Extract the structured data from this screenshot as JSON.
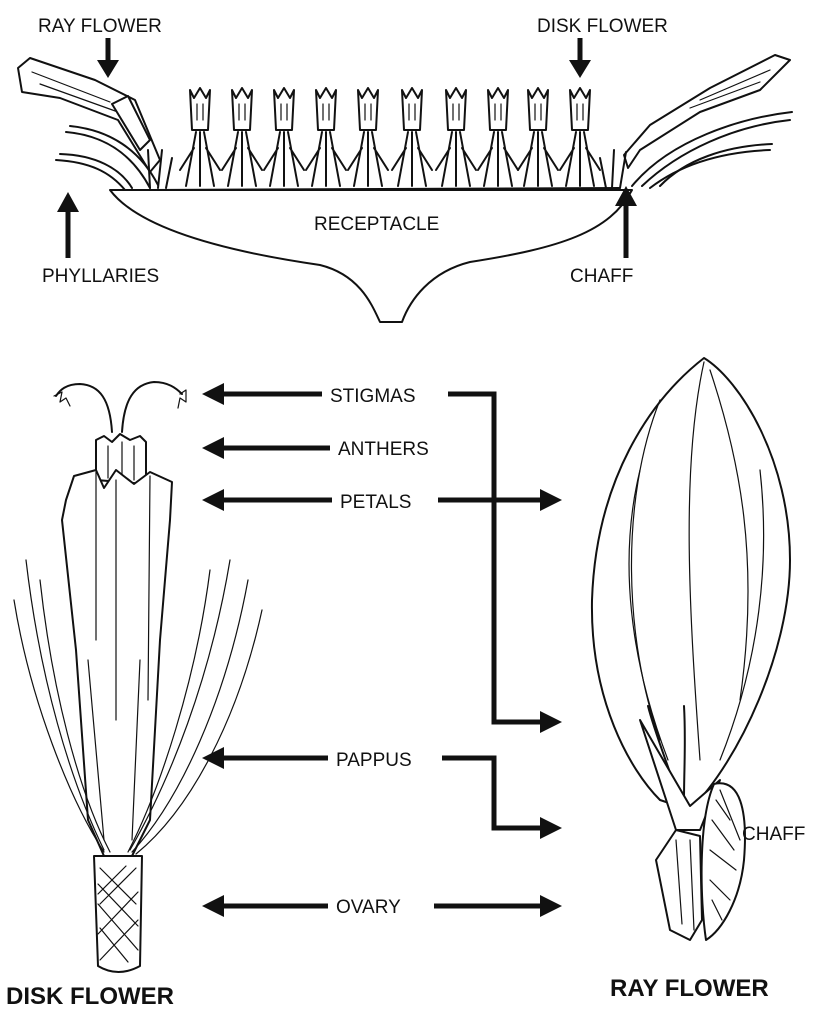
{
  "head_labels": {
    "ray_flower": "RAY FLOWER",
    "disk_flower": "DISK FLOWER",
    "receptacle": "RECEPTACLE",
    "phyllaries": "PHYLLARIES",
    "chaff": "CHAFF"
  },
  "parts": {
    "stigmas": "STIGMAS",
    "anthers": "ANTHERS",
    "petals": "PETALS",
    "pappus": "PAPPUS",
    "ovary": "OVARY"
  },
  "ray_detail_chaff": "CHAFF",
  "captions": {
    "disk_flower": "DISK FLOWER",
    "ray_flower": "RAY FLOWER"
  }
}
